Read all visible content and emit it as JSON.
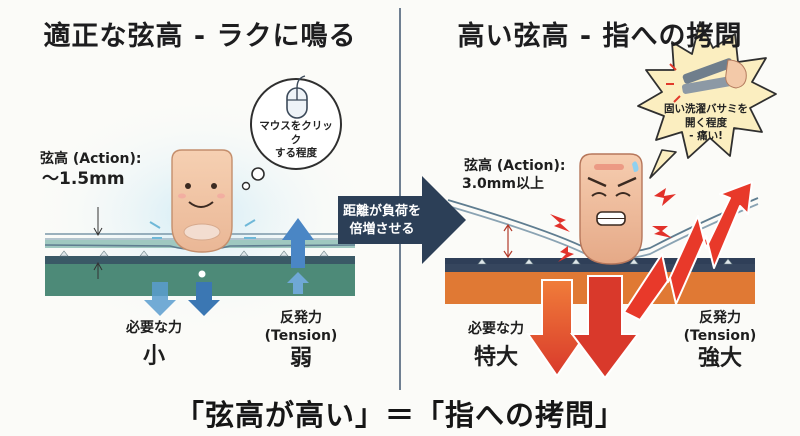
{
  "left": {
    "title": "適正な弦高 - ラクに鳴る",
    "action_label": "弦高 (Action):",
    "action_value": "〜1.5mm",
    "bubble_line1": "マウスをクリック",
    "bubble_line2": "する程度",
    "force_label": "必要な力",
    "force_value": "小",
    "tension_label": "反発力",
    "tension_sub": "(Tension)",
    "tension_value": "弱"
  },
  "middle": {
    "arrow_line1": "距離が負荷を",
    "arrow_line2": "倍増させる"
  },
  "right": {
    "title": "高い弦高 - 指への拷問",
    "action_label": "弦高 (Action):",
    "action_value": "3.0mm以上",
    "bubble_line1": "固い洗濯バサミを",
    "bubble_line2": "開く程度",
    "bubble_line3": "- 痛い!",
    "force_label": "必要な力",
    "force_value": "特大",
    "tension_label": "反発力",
    "tension_sub": "(Tension)",
    "tension_value": "強大"
  },
  "caption": "「弦高が高い」＝「指への拷問」",
  "colors": {
    "calm_blue": "#4a86c5",
    "fret_green": "#4d8a78",
    "danger_red": "#e0392b",
    "danger_orange": "#e8762f",
    "arrow_navy": "#2c3f57"
  }
}
